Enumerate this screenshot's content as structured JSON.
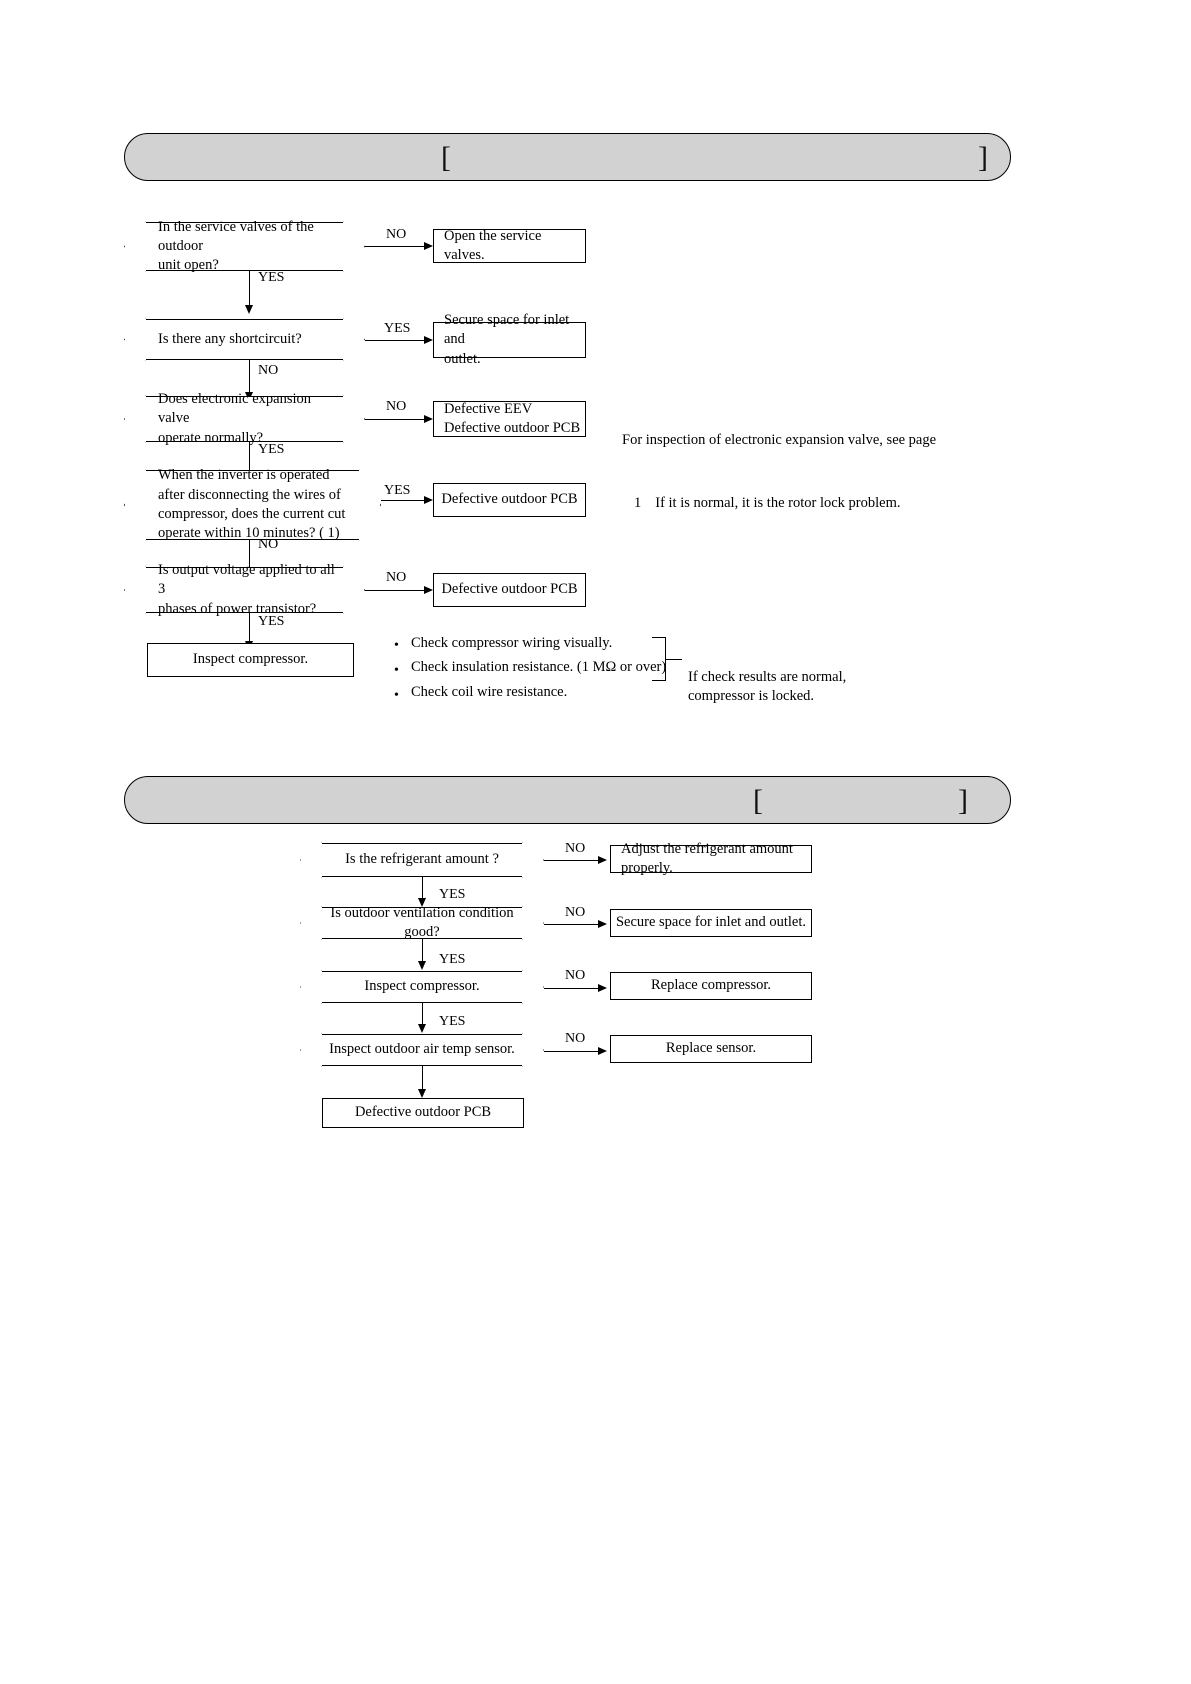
{
  "banners": {
    "top": {
      "open_bracket": "[",
      "close_bracket": "]",
      "title": ""
    },
    "bottom": {
      "open_bracket": "[",
      "close_bracket": "]",
      "title": ""
    }
  },
  "flow_top": {
    "decisions": [
      {
        "text": "In the service valves of the outdoor\nunit open?"
      },
      {
        "text": "Is there any shortcircuit?"
      },
      {
        "text": "Does electronic expansion valve\noperate normally?"
      },
      {
        "text": "When the inverter is operated\nafter disconnecting the wires of\ncompressor, does the current cut\noperate within 10 minutes? (    1)"
      },
      {
        "text": "Is output voltage applied to all 3\nphases of power transistor?"
      }
    ],
    "results": [
      {
        "text": "Open the service valves."
      },
      {
        "text": "Secure space for inlet and\noutlet."
      },
      {
        "text": "Defective EEV\nDefective outdoor PCB"
      },
      {
        "text": "Defective outdoor PCB"
      },
      {
        "text": "Defective outdoor PCB"
      }
    ],
    "terminal": {
      "text": "Inspect compressor."
    },
    "branch_labels": {
      "no": "NO",
      "yes": "YES"
    },
    "edges": [
      {
        "side": "NO"
      },
      {
        "down": "YES"
      },
      {
        "side": "YES"
      },
      {
        "down": "NO"
      },
      {
        "side": "NO"
      },
      {
        "down": "YES"
      },
      {
        "side": "YES"
      },
      {
        "down": "NO"
      },
      {
        "side": "NO"
      },
      {
        "down": "YES"
      }
    ],
    "notes": {
      "eev_page": "For inspection of electronic expansion valve, see page",
      "rotor_lock_marker": "1",
      "rotor_lock": "If it is normal, it is the rotor lock problem."
    },
    "checklist": [
      "Check compressor wiring visually.",
      "Check insulation resistance. (1 MΩ or over)",
      "Check coil wire resistance."
    ],
    "checklist_note": "If check results are normal,\ncompressor is locked.",
    "bullet_glyph": "•"
  },
  "flow_bottom": {
    "decisions": [
      {
        "text": "Is the refrigerant amount            ?"
      },
      {
        "text": "Is outdoor ventilation condition good?"
      },
      {
        "text": "Inspect compressor."
      },
      {
        "text": "Inspect outdoor air temp  sensor."
      }
    ],
    "results": [
      {
        "text": "Adjust the refrigerant amount properly."
      },
      {
        "text": "Secure space for inlet and outlet."
      },
      {
        "text": "Replace compressor."
      },
      {
        "text": "Replace sensor."
      }
    ],
    "terminal": {
      "text": "Defective outdoor PCB"
    },
    "branch_labels": {
      "no": "NO",
      "yes": "YES"
    }
  },
  "colors": {
    "banner_fill": "#d2d2d2",
    "line": "#000000",
    "page_bg": "#ffffff"
  }
}
